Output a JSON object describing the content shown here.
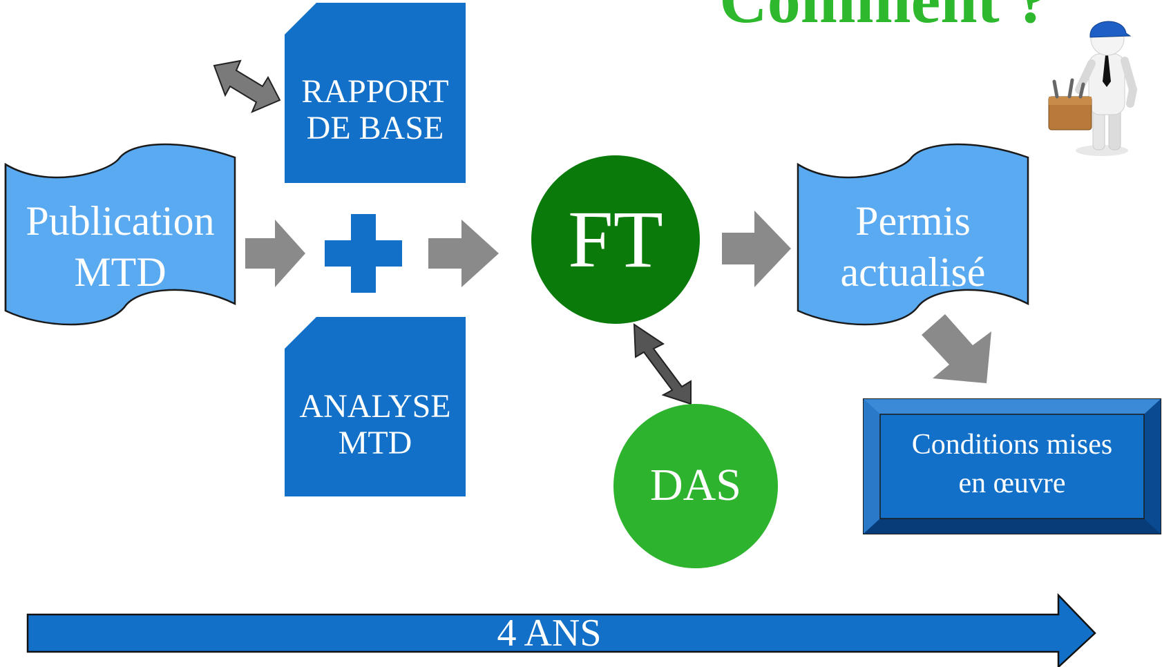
{
  "title": "Comment ?",
  "nodes": {
    "publication": {
      "line1": "Publication",
      "line2": "MTD"
    },
    "rapport": {
      "line1": "RAPPORT",
      "line2": "DE BASE"
    },
    "analyse": {
      "line1": "ANALYSE",
      "line2": "MTD"
    },
    "ft": {
      "label": "FT"
    },
    "das": {
      "label": "DAS"
    },
    "permis": {
      "line1": "Permis",
      "line2": "actualisé"
    },
    "conditions": {
      "line1": "Conditions mises",
      "line2": "en œuvre"
    }
  },
  "timeline": {
    "label": "4 ANS"
  },
  "colors": {
    "scroll_fill": "#5aaaf2",
    "doc_fill": "#1270c8",
    "plus": "#1270c8",
    "ft_fill": "#0a7a0a",
    "das_fill": "#2eb32e",
    "arrow_gray": "#8a8a8a",
    "timeline": "#1270c8",
    "title": "#2eb82e"
  }
}
